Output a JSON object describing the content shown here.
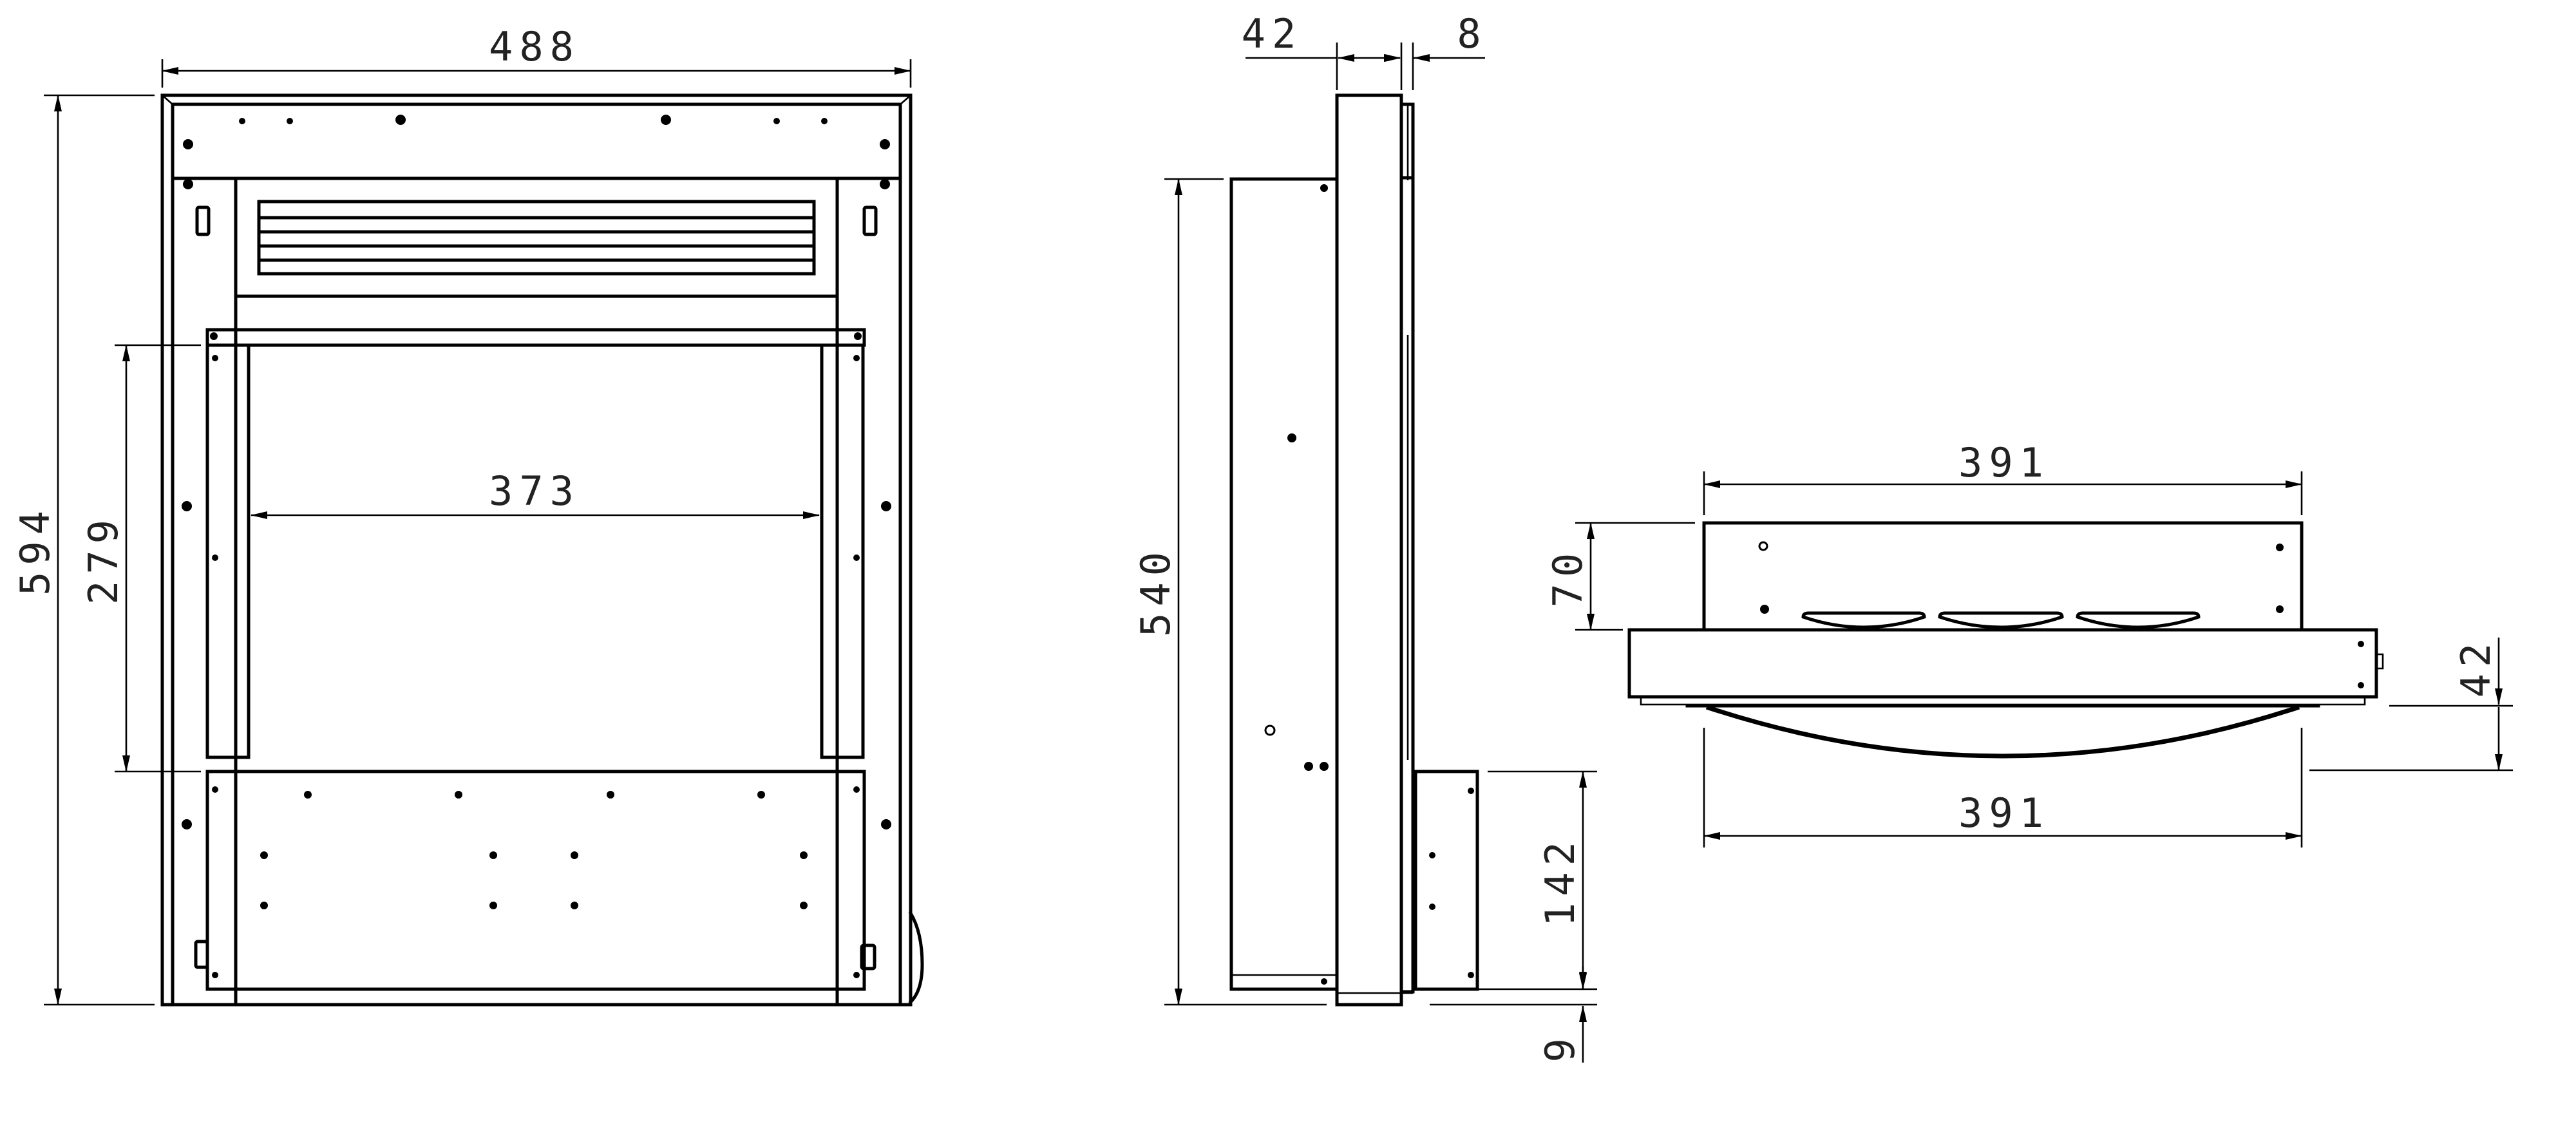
{
  "colors": {
    "line": "#000000",
    "background": "#ffffff",
    "text": "#222222"
  },
  "dimensions": {
    "front_width": "488",
    "front_height": "594",
    "front_opening_height": "279",
    "front_opening_width": "373",
    "side_frame_depth": "42",
    "side_back_depth": "8",
    "side_body_height": "540",
    "side_bottom_height": "142",
    "side_bottom_offset": "9",
    "top_width_upper": "391",
    "top_height": "70",
    "top_front_depth": "42",
    "top_width_lower": "391"
  }
}
